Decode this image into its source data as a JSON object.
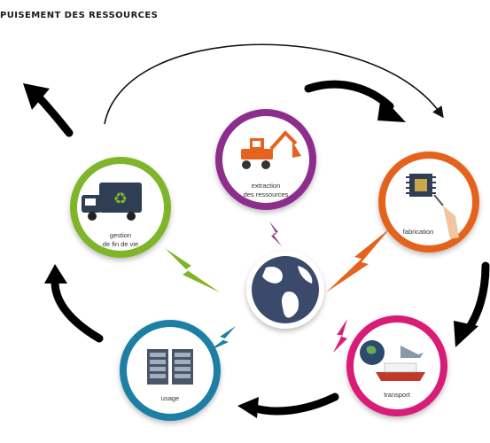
{
  "header": {
    "title": "PUISEMENT DES RESSOURCES"
  },
  "stages": [
    {
      "id": "extraction",
      "label_lines": [
        "extraction",
        "des ressources"
      ],
      "ring_color": "#8e2f8c",
      "icon": "excavator-icon"
    },
    {
      "id": "fabrication",
      "label_lines": [
        "fabrication"
      ],
      "ring_color": "#e5621f",
      "icon": "microchip-icon"
    },
    {
      "id": "transport",
      "label_lines": [
        "transport"
      ],
      "ring_color": "#d81f77",
      "icon": "ship-plane-globe-icon"
    },
    {
      "id": "usage",
      "label_lines": [
        "usage"
      ],
      "ring_color": "#1c7fa3",
      "icon": "server-rack-icon"
    },
    {
      "id": "gestion",
      "label_lines": [
        "gestion",
        "de fin de vie"
      ],
      "ring_color": "#7fb52a",
      "icon": "recycling-truck-icon"
    }
  ],
  "center": {
    "icon": "globe-icon",
    "color": "#3b4a6b"
  }
}
